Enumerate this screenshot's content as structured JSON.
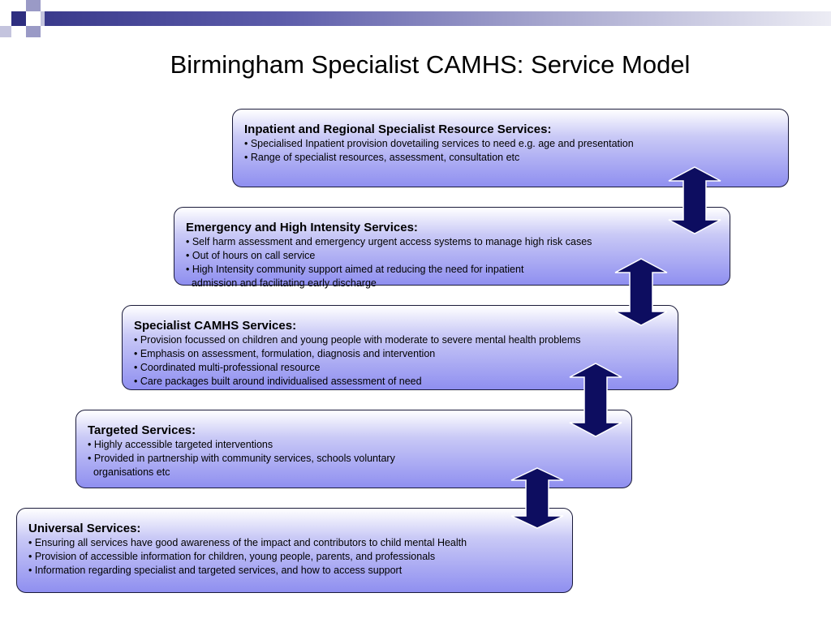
{
  "slide": {
    "title": "Birmingham Specialist CAMHS: Service Model"
  },
  "colors": {
    "accent_dark": "#2e2e80",
    "accent_light": "#9a9ac6",
    "box_fill_top": "#ffffff",
    "box_fill_bottom": "#8f8ff0",
    "arrow_fill": "#0d0d60"
  },
  "tiers": [
    {
      "title": "Inpatient and Regional Specialist Resource Services:",
      "items": [
        "• Specialised Inpatient provision dovetailing services to need e.g. age and presentation",
        "• Range of specialist resources, assessment, consultation etc"
      ]
    },
    {
      "title": "Emergency and High Intensity Services:",
      "items": [
        "• Self harm assessment and emergency urgent access systems to manage high risk cases",
        "• Out of hours on call service",
        "• High Intensity community support aimed at reducing the need for inpatient",
        "  admission and facilitating early discharge"
      ]
    },
    {
      "title": "Specialist CAMHS Services:",
      "items": [
        "• Provision focussed on children and young people with moderate to severe mental health problems",
        "• Emphasis on assessment, formulation, diagnosis and intervention",
        "• Coordinated multi-professional resource",
        "• Care packages built around individualised assessment of need"
      ]
    },
    {
      "title": "Targeted Services:",
      "items": [
        "• Highly accessible targeted interventions",
        "• Provided in partnership with community services, schools voluntary",
        "  organisations etc"
      ]
    },
    {
      "title": "Universal Services:",
      "items": [
        "• Ensuring all services have good awareness of the impact and contributors to child mental Health",
        "• Provision of accessible information for children, young people, parents, and professionals",
        "• Information regarding specialist and targeted services, and how to access support"
      ]
    }
  ]
}
